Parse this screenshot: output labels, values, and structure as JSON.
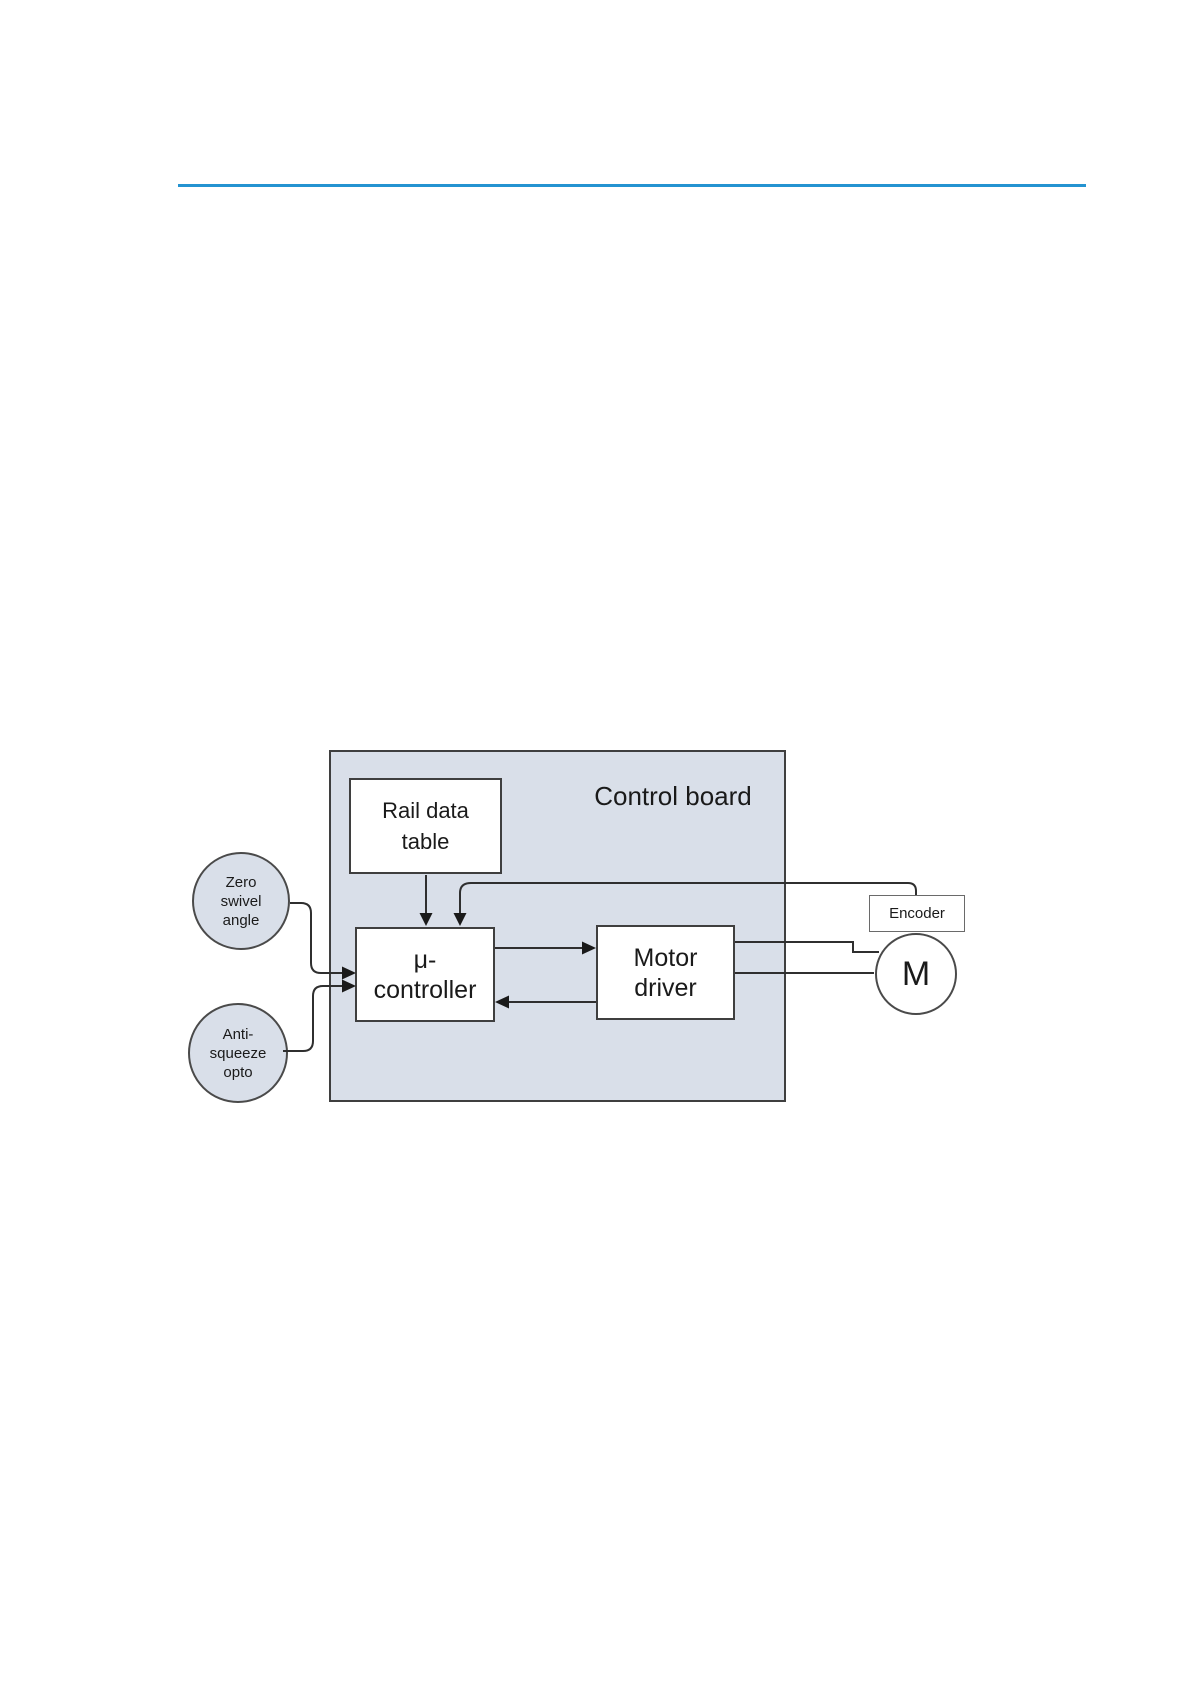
{
  "page": {
    "background": "#ffffff",
    "rule_color": "#2493d1"
  },
  "diagram": {
    "control_board": {
      "label": "Control board",
      "fill": "#d9dfe9",
      "border": "#3f3f3f"
    },
    "rail_data_table": {
      "label": "Rail data\ntable"
    },
    "u_controller": {
      "label": "μ-\ncontroller"
    },
    "motor_driver": {
      "label": "Motor\ndriver"
    },
    "encoder": {
      "label": "Encoder"
    },
    "motor": {
      "label": "M"
    },
    "zero_swivel": {
      "label": "Zero\nswivel\nangle"
    },
    "anti_squeeze": {
      "label": "Anti-\nsqueeze\nopto"
    }
  }
}
